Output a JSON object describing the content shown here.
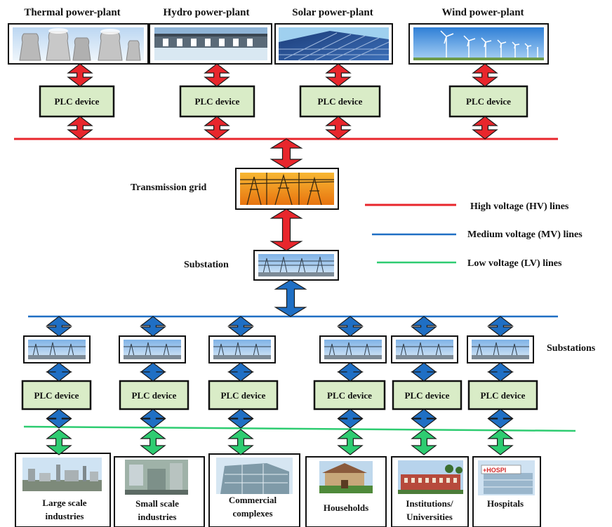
{
  "plants": [
    {
      "label": "Thermal power-plant"
    },
    {
      "label": "Hydro power-plant"
    },
    {
      "label": "Solar power-plant"
    },
    {
      "label": "Wind power-plant"
    }
  ],
  "plc_label": "PLC device",
  "transmission_grid_label": "Transmission grid",
  "substation_label": "Substation",
  "substations_label": "Substations",
  "legend": {
    "hv": "High voltage (HV) lines",
    "mv": "Medium voltage (MV) lines",
    "lv": "Low voltage (LV) lines"
  },
  "consumers": [
    {
      "line1": "Large scale",
      "line2": "industries"
    },
    {
      "line1": "Small scale",
      "line2": "industries"
    },
    {
      "line1": "Commercial",
      "line2": "complexes"
    },
    {
      "line1": "Households",
      "line2": ""
    },
    {
      "line1": "Institutions/",
      "line2": "Universities"
    },
    {
      "line1": "Hospitals",
      "line2": ""
    }
  ],
  "hospital_sign": "+HOSPI",
  "colors": {
    "hv": "#e8262c",
    "mv": "#1f6fc4",
    "lv": "#2ecc71",
    "plc_fill": "#d9ecc7"
  }
}
